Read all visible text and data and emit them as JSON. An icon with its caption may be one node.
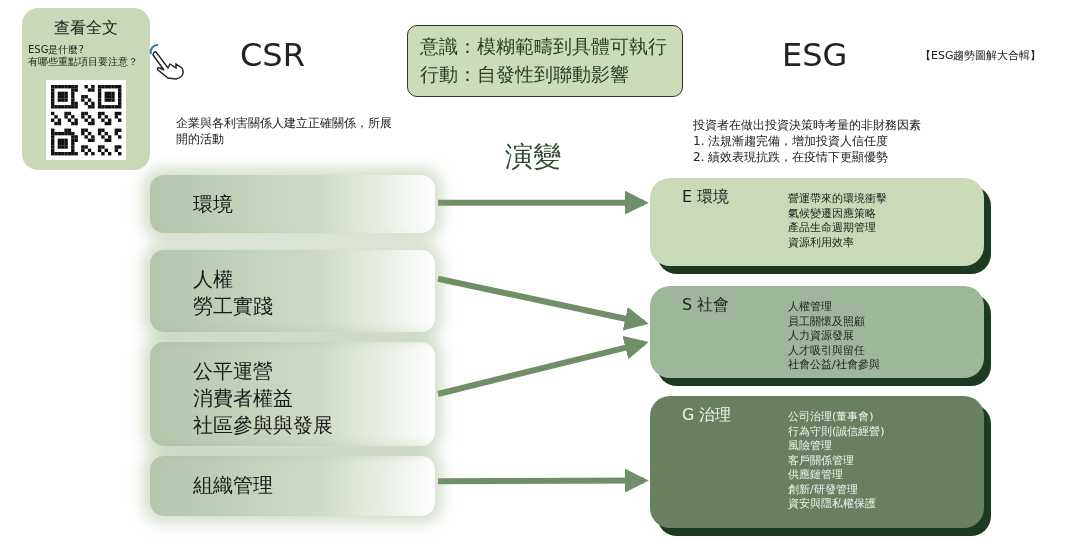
{
  "diagram": {
    "nodes": [
      {
        "text": [
          "查看全文",
          "ESG是什麼? 有哪些重點項目要注意？"
        ]
      },
      {
        "text": [
          "意識：模糊範疇到具體可執行",
          "行動：自發性到聯動影響"
        ]
      },
      {
        "text": [
          "環境"
        ]
      },
      {
        "text": [
          "人權",
          "勞工實踐"
        ]
      },
      {
        "text": [
          "公平運營",
          "消費者權益",
          "社區參與與發展"
        ]
      },
      {
        "text": [
          "組織管理"
        ]
      },
      {
        "text": [
          "E 環境",
          "營運帶來的環境衝擊",
          "氣候變遷因應策略",
          "產品生命週期管理",
          "資源利用效率"
        ]
      },
      {
        "text": [
          "S 社會",
          "人權管理",
          "員工關懷及照顧",
          "人力資源發展",
          "人才吸引與留任",
          "社會公益/社會參與"
        ]
      },
      {
        "text": [
          "G 治理",
          "公司治理(董事會)",
          "行為守則(誠信經營)",
          "風險管理",
          "客戶關係管理",
          "供應鏈管理",
          "創新/研發管理",
          "資安與隱私權保護"
        ]
      }
    ],
    "edges": [
      {
        "from": 2,
        "to": 6,
        "arrow": "to"
      },
      {
        "from": 3,
        "to": 7,
        "arrow": "to"
      },
      {
        "from": 4,
        "to": 7,
        "arrow": "to"
      },
      {
        "from": 5,
        "to": 8,
        "arrow": "to"
      }
    ],
    "labels": [
      "CSR",
      "【ESG趨勢圖解大合輯】",
      "ESG",
      "企業與各利害關係人建立正確關係，所展開的活動",
      "演變",
      "投資者在做出投資決策時考量的非財務因素",
      "1. 法規漸趨完備，增加投資人信任度",
      "2. 績效表現抗跌，在疫情下更顯優勢"
    ]
  }
}
